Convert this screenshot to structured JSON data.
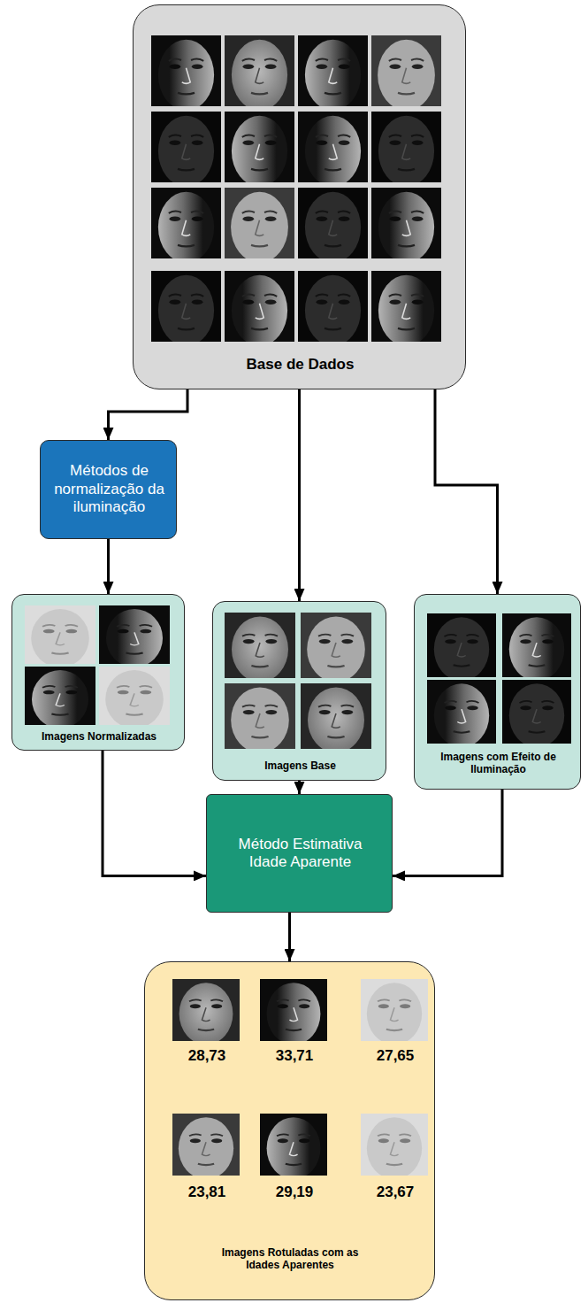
{
  "diagram": {
    "nodes": [
      {
        "text": [
          "Base de Dados"
        ]
      },
      {
        "text": [
          "Métodos de normalização da iluminação"
        ]
      },
      {
        "text": [
          "Imagens Normalizadas"
        ]
      },
      {
        "text": [
          "Imagens Base"
        ]
      },
      {
        "text": [
          "Imagens com Efeito de Iluminação"
        ]
      },
      {
        "text": [
          "Método Estimativa Idade Aparente"
        ]
      },
      {
        "text": [
          "28,73",
          "33,71",
          "27,65",
          "23,81",
          "29,19",
          "23,67",
          "Imagens Rotuladas com as Idades Aparentes"
        ]
      }
    ],
    "edges": [
      {
        "from": 0,
        "to": 1,
        "arrow": "to"
      },
      {
        "from": 0,
        "to": 3,
        "arrow": "to"
      },
      {
        "from": 0,
        "to": 4,
        "arrow": "to"
      },
      {
        "from": 1,
        "to": 2,
        "arrow": "to"
      },
      {
        "from": 2,
        "to": 5,
        "arrow": "to"
      },
      {
        "from": 3,
        "to": 5,
        "arrow": "to"
      },
      {
        "from": 4,
        "to": 5,
        "arrow": "to"
      },
      {
        "from": 5,
        "to": 6,
        "arrow": "to"
      }
    ]
  }
}
